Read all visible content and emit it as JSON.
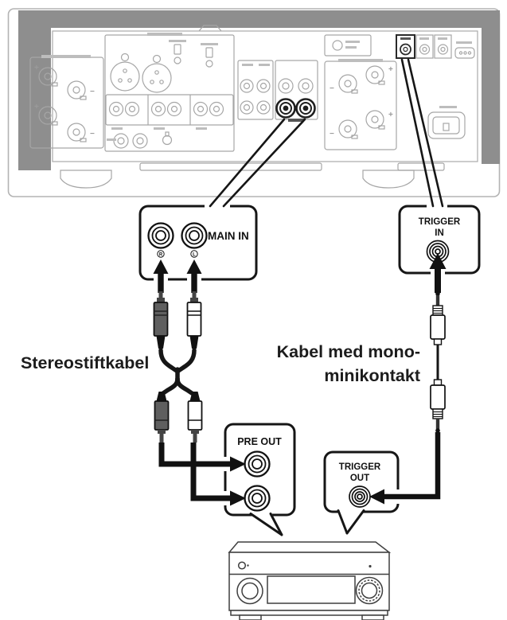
{
  "diagram": {
    "type": "audio-connection-diagram",
    "devices": {
      "top": "amplifier-rear-panel",
      "bottom": "av-receiver-front-panel"
    },
    "callouts": {
      "main_in": {
        "label": "MAIN IN",
        "jack_left_letter": "R",
        "jack_right_letter": "L"
      },
      "trigger_in": {
        "line1": "TRIGGER",
        "line2": "IN"
      },
      "pre_out": {
        "label": "PRE OUT"
      },
      "trigger_out": {
        "line1": "TRIGGER",
        "line2": "OUT"
      }
    },
    "cable_labels": {
      "stereo": "Stereostiftkabel",
      "mono_line1": "Kabel med mono-",
      "mono_line2": "minikontakt"
    },
    "colors": {
      "line_black": "#161616",
      "panel_gray": "#a6a6a6",
      "chassis_gray": "#8e8e8e",
      "plug_dark_body": "#5f5f5f",
      "background": "#ffffff"
    }
  }
}
